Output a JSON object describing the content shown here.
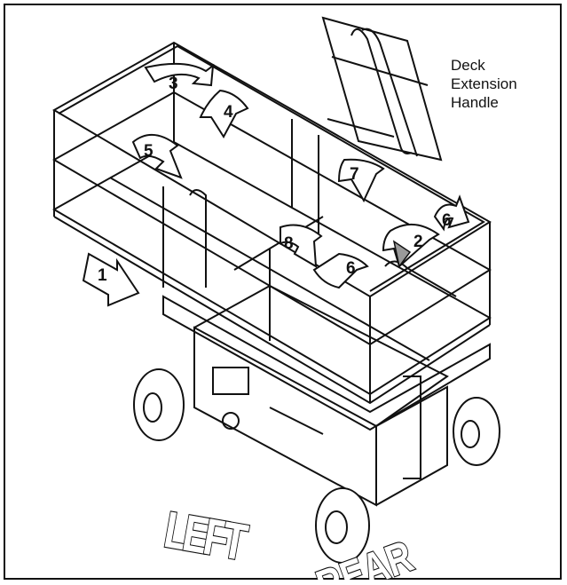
{
  "callout": {
    "line1": "Deck",
    "line2": "Extension",
    "line3": "Handle"
  },
  "labels": {
    "left": "LEFT",
    "rear": "REAR"
  },
  "steps": {
    "s1": "1",
    "s2": "2",
    "s3": "3",
    "s4": "4",
    "s5": "5",
    "s6a": "6",
    "s6b": "6",
    "s7": "7",
    "s8": "8"
  },
  "colors": {
    "line": "#111111",
    "arrow_fill": "#ffffff",
    "arrow_dark": "#9a9a9a"
  }
}
